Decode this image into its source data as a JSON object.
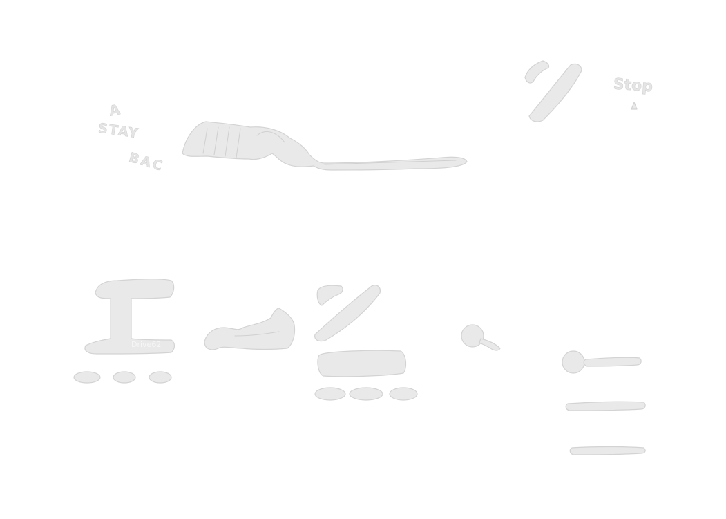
{
  "sketch": {
    "stay_back_sign": {
      "line1": "A",
      "line2": "STAY",
      "line3": "BAC"
    },
    "stop_sign": "Stop",
    "shelf_label": "Drive62"
  },
  "colors": {
    "background": "#ffffff",
    "sketch_fill": "#e9e9e9",
    "sketch_stroke": "#d3d3d3"
  }
}
